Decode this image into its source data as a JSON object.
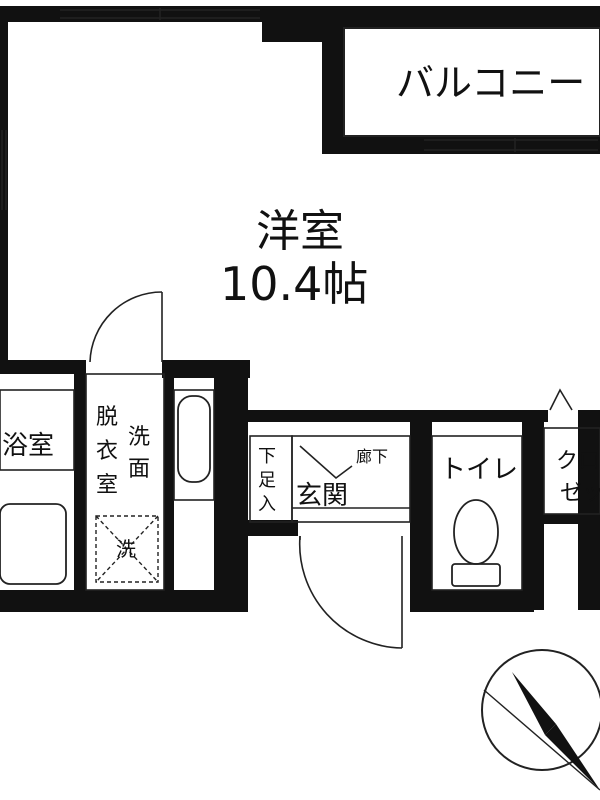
{
  "floorplan": {
    "balcony": "バルコニー",
    "western_room": {
      "name": "洋室",
      "size": "10.4帖"
    },
    "bath": "浴室",
    "dressing_room": [
      "脱",
      "衣",
      "室"
    ],
    "vanity": [
      "洗",
      "面"
    ],
    "washer": "洗",
    "shoe_storage": [
      "下",
      "足",
      "入"
    ],
    "corridor": "廊下",
    "entrance": "玄関",
    "toilet": "トイレ",
    "closet": [
      "クロ",
      "ゼッ"
    ]
  },
  "colors": {
    "wall": "#111111",
    "line": "#222222",
    "background": "#ffffff"
  },
  "icons": [
    "door-swing-icon",
    "washing-machine-icon",
    "toilet-icon",
    "bathtub-icon",
    "north-arrow-icon"
  ]
}
